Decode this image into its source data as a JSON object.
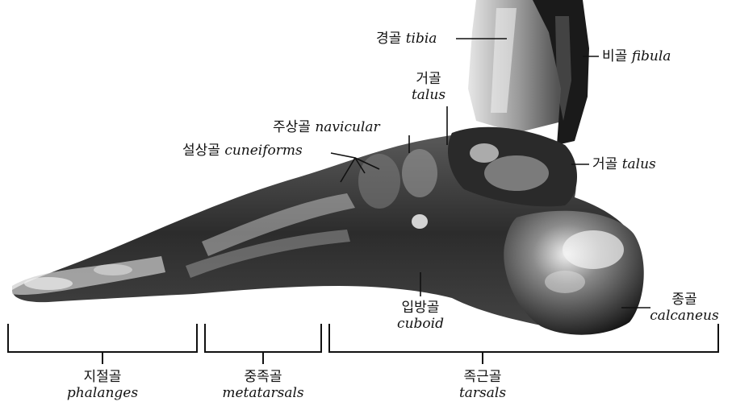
{
  "labels": {
    "tibia": {
      "ko": "경골",
      "en": "tibia"
    },
    "fibula": {
      "ko": "비골",
      "en": "fibula"
    },
    "talus_top": {
      "ko": "거골",
      "en": "talus"
    },
    "navicular": {
      "ko": "주상골",
      "en": "navicular"
    },
    "cuneiforms": {
      "ko": "설상골",
      "en": "cuneiforms"
    },
    "talus_side": {
      "ko": "거골",
      "en": "talus"
    },
    "cuboid": {
      "ko": "입방골",
      "en": "cuboid"
    },
    "calcaneus": {
      "ko": "종골",
      "en": "calcaneus"
    }
  },
  "groups": {
    "phalanges": {
      "ko": "지절골",
      "en": "phalanges"
    },
    "metatarsals": {
      "ko": "중족골",
      "en": "metatarsals"
    },
    "tarsals": {
      "ko": "족근골",
      "en": "tarsals"
    }
  },
  "colors": {
    "ink": "#111111",
    "bone_dark": "#1c1c1c",
    "bone_mid": "#6a6a6a",
    "bone_light": "#d8d8d8"
  }
}
